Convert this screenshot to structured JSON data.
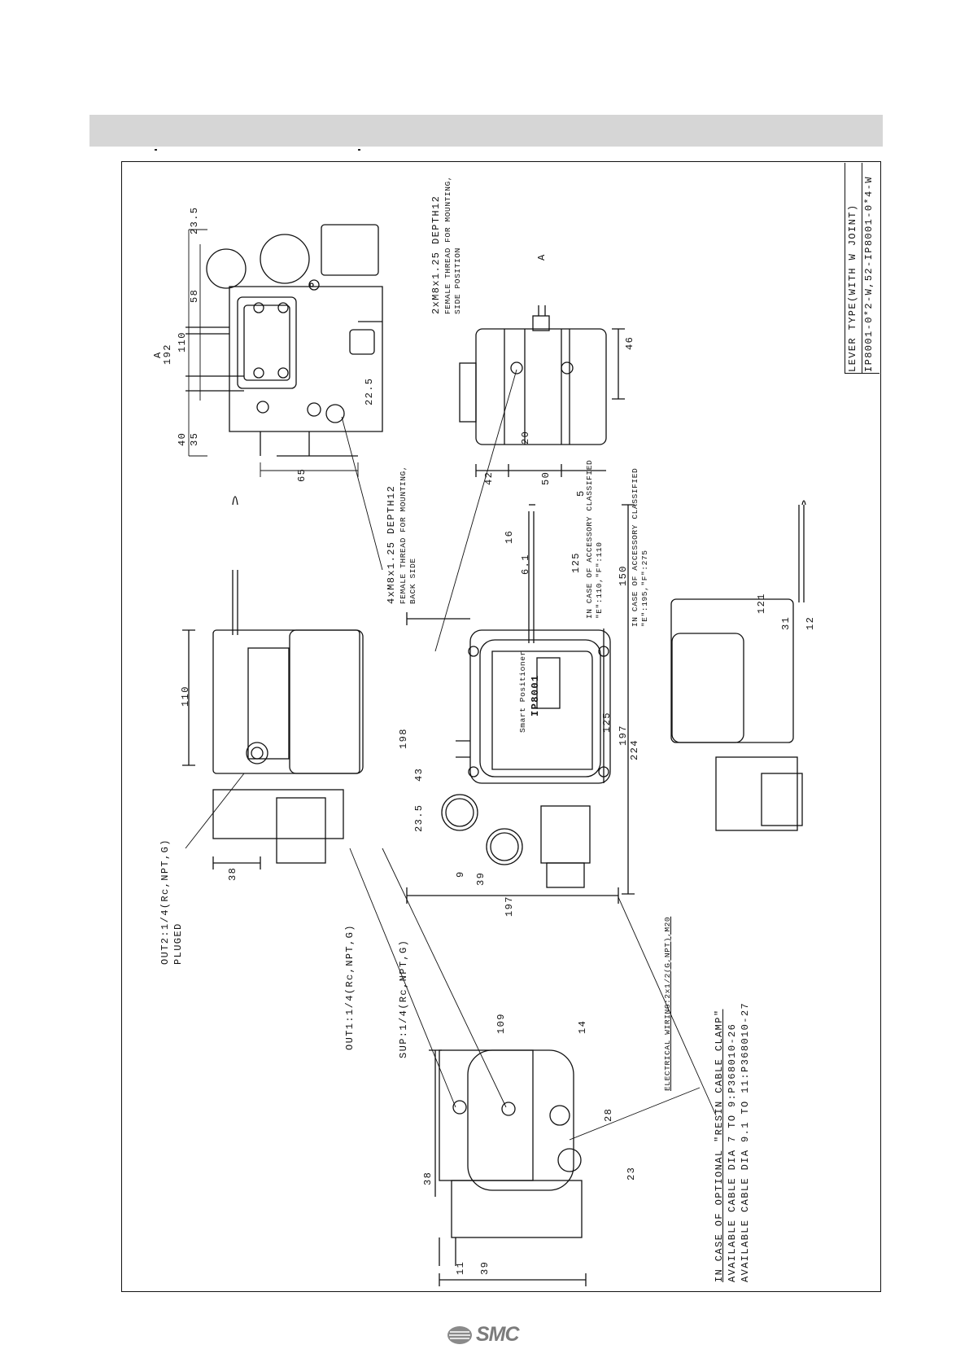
{
  "title_block": {
    "line1": "LEVER TYPE(WITH W JOINT)",
    "line2": "IP8001-0*2-W,52-IP8001-0*4-W"
  },
  "notes": {
    "side_mount": [
      "2xM8x1.25 DEPTH12",
      "FEMALE THREAD FOR MOUNTING,",
      "SIDE POSITION"
    ],
    "back_mount": [
      "4xM8x1.25 DEPTH12",
      "FEMALE THREAD FOR MOUNTING,",
      "BACK SIDE"
    ],
    "out2": [
      "OUT2:1/4(Rc,NPT,G)",
      "PLUGED"
    ],
    "out1": "OUT1:1/4(Rc,NPT,G)",
    "sup": "SUP:1/4(Rc,NPT,G)",
    "electrical": "ELECTRICAL WIRING:2x1/2(G,NPT),M20",
    "cable_clamp": [
      "IN CASE OF OPTIONAL \"RESIN CABLE CLAMP\"",
      "AVAILABLE CABLE DIA 7 TO 9:P368010-26",
      "AVAILABLE CABLE DIA 9.1 TO 11:P368010-27"
    ],
    "acc_125": [
      "IN CASE OF ACCESSORY CLASSIFIED",
      "\"E\":110,\"F\":110"
    ],
    "acc_150": [
      "IN CASE OF ACCESSORY CLASSIFIED",
      "\"E\":195,\"F\":275"
    ]
  },
  "view_marks": {
    "a_top": "A",
    "a_arrow": "A"
  },
  "dimensions": {
    "top_view": [
      "192",
      "110",
      "58",
      "23.5",
      "40",
      "35",
      "22.5",
      "65"
    ],
    "side_view": [
      "46",
      "20",
      "42",
      "50"
    ],
    "left_view": [
      "110",
      "38"
    ],
    "front_view": [
      "198",
      "43",
      "23.5",
      "125",
      "16",
      "6.1",
      "5",
      "125",
      "150",
      "197",
      "224",
      "9",
      "39",
      "197"
    ],
    "bottom_view": [
      "109",
      "14",
      "38",
      "28",
      "23",
      "39",
      "11"
    ],
    "right_view": [
      "121",
      "31",
      "12"
    ]
  },
  "product_label": {
    "brand_line": "Smart Positioner",
    "model": "IP8001"
  },
  "logo": {
    "text": "SMC"
  }
}
